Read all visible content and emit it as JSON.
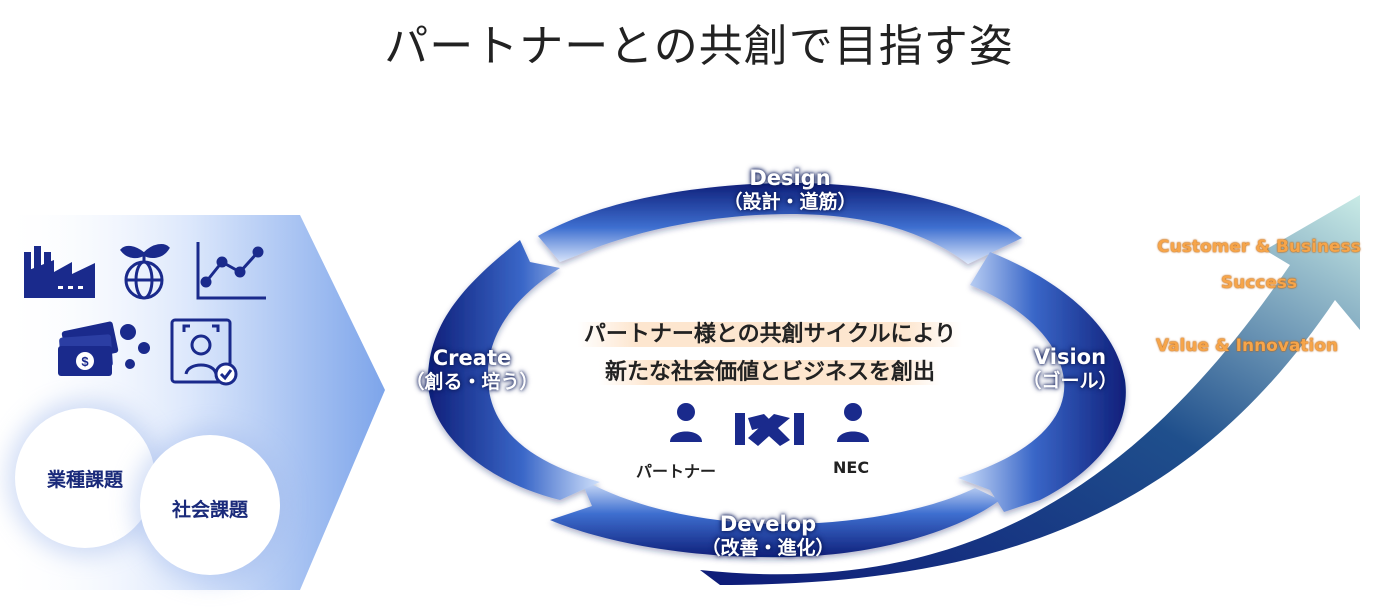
{
  "title": "パートナーとの共創で目指す姿",
  "cycle": {
    "design": {
      "en": "Design",
      "jp": "（設計・道筋）"
    },
    "vision": {
      "en": "Vision",
      "jp": "（ゴール）"
    },
    "develop": {
      "en": "Develop",
      "jp": "（改善・進化）"
    },
    "create": {
      "en": "Create",
      "jp": "（創る・培う）"
    }
  },
  "center": {
    "line1": "パートナー様との共創サイクルにより",
    "line2": "新たな社会価値とビジネスを創出",
    "partner_label": "パートナー",
    "nec_label": "NEC"
  },
  "issues": {
    "industry": "業種課題",
    "social": "社会課題"
  },
  "outcomes": {
    "line1": "Customer & Business",
    "line2": "Success",
    "line3": "Value & Innovation"
  },
  "icons": [
    "factory-icon",
    "globe-sprout-icon",
    "line-chart-icon",
    "money-icon",
    "face-recognition-icon",
    "handshake-icon",
    "person-icon"
  ],
  "colors": {
    "navy": "#1a2a8c",
    "orange": "#f6a54a",
    "teal": "#7fc9c0"
  }
}
